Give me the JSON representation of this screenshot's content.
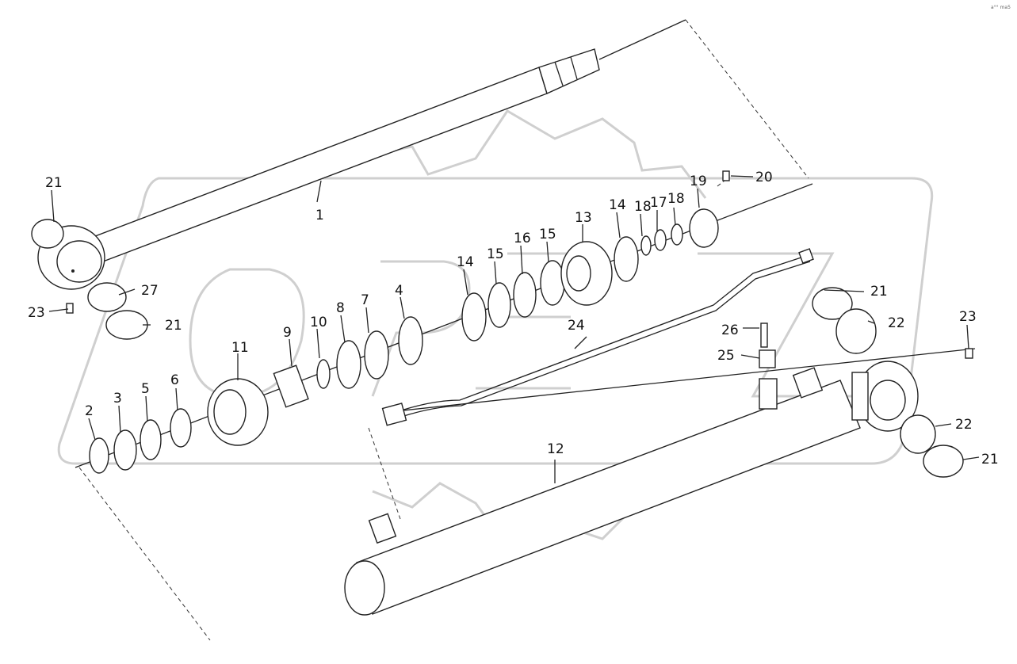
{
  "corner_code": "a°° ma5",
  "callouts": [
    "1",
    "2",
    "3",
    "4",
    "5",
    "6",
    "7",
    "8",
    "9",
    "10",
    "11",
    "12",
    "13",
    "14",
    "14",
    "15",
    "15",
    "16",
    "17",
    "18",
    "18",
    "19",
    "20",
    "21",
    "21",
    "21",
    "21",
    "22",
    "22",
    "23",
    "23",
    "24",
    "25",
    "26",
    "27"
  ]
}
